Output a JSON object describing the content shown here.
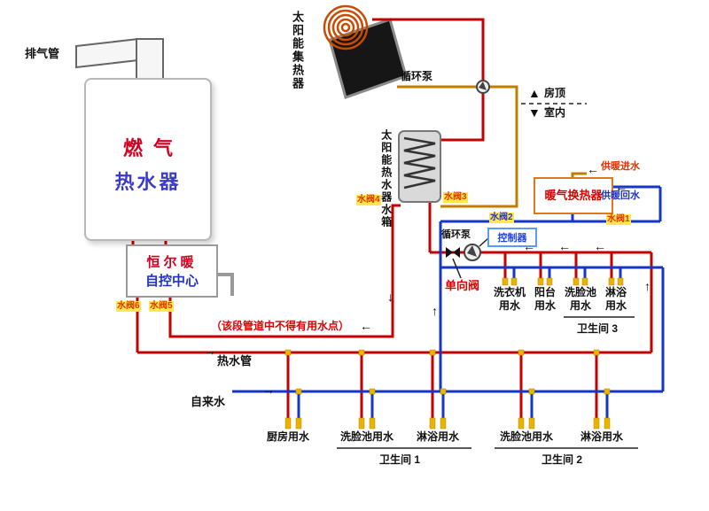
{
  "glyphs": {
    "left": "←",
    "right": "→",
    "up": "↑",
    "down": "↓",
    "tri_up": "▲",
    "tri_down": "▼"
  },
  "colors": {
    "hot_pipe": "#c40000",
    "cold_pipe": "#1636c8",
    "solar_pipe": "#c07d00",
    "valve_bg": "#ffe84d",
    "note_red": "#dd0000",
    "label_blue": "#2233cc",
    "exchanger_border": "#e07820"
  },
  "labels": {
    "exhaust_pipe": "排气管",
    "heater_line1": "燃气",
    "heater_line2": "热水器",
    "control_line1": "恒尔暖",
    "control_line2": "自控中心",
    "solar_collector": "太阳能集热器",
    "solar_tank": "太阳能热水器水箱",
    "pump_top": "循环泵",
    "pump_bottom": "循环泵",
    "controller": "控制器",
    "check_valve": "单向阀",
    "heat_exchanger": "暖气换热器",
    "heating_supply": "供暖进水",
    "heating_return": "供暖回水",
    "roof": "房顶",
    "indoor": "室内",
    "no_tap_note": "（该段管道中不得有用水点）",
    "hot_water_pipe": "热水管",
    "tap_water": "自来水"
  },
  "valves": {
    "v1": "水阀1",
    "v2": "水阀2",
    "v3": "水阀3",
    "v4": "水阀4",
    "v5": "水阀5",
    "v6": "水阀6"
  },
  "bathroom3": {
    "title": "卫生间 3",
    "fixtures": [
      {
        "line1": "洗衣机",
        "line2": "用水"
      },
      {
        "line1": "阳台",
        "line2": "用水"
      },
      {
        "line1": "洗脸池",
        "line2": "用水"
      },
      {
        "line1": "淋浴",
        "line2": "用水"
      }
    ]
  },
  "bottom_fixtures": [
    {
      "label": "厨房用水"
    },
    {
      "label": "洗脸池用水"
    },
    {
      "label": "淋浴用水"
    },
    {
      "label": "洗脸池用水"
    },
    {
      "label": "淋浴用水"
    }
  ],
  "groups": {
    "bathroom1": "卫生间 1",
    "bathroom2": "卫生间 2"
  }
}
